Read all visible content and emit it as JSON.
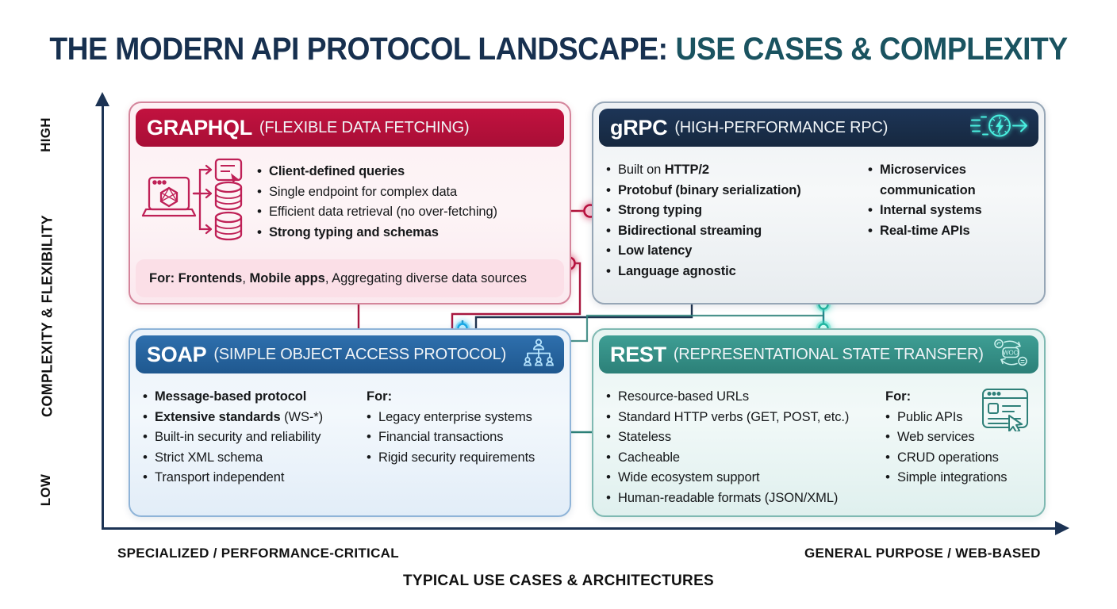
{
  "title": {
    "part1": "THE MODERN API PROTOCOL LANDSCAPE:",
    "part2": "USE CASES & COMPLEXITY",
    "color1": "#17304f",
    "color2": "#1a5360"
  },
  "axes": {
    "y": {
      "top_label": "HIGH",
      "bottom_label": "LOW",
      "title": "COMPLEXITY & FLEXIBILITY"
    },
    "x": {
      "left_label": "SPECIALIZED / PERFORMANCE-CRITICAL",
      "right_label": "GENERAL PURPOSE / WEB-BASED",
      "title": "TYPICAL USE CASES & ARCHITECTURES"
    }
  },
  "chart_data": {
    "type": "scatter",
    "title": "THE MODERN API PROTOCOL LANDSCAPE: USE CASES & COMPLEXITY",
    "xlabel": "TYPICAL USE CASES & ARCHITECTURES",
    "ylabel": "COMPLEXITY & FLEXIBILITY",
    "xlim": [
      "SPECIALIZED / PERFORMANCE-CRITICAL",
      "GENERAL PURPOSE / WEB-BASED"
    ],
    "ylim": [
      "LOW",
      "HIGH"
    ],
    "grid": false,
    "legend": "none",
    "quadrants": [
      {
        "name": "GraphQL",
        "x": "specialized",
        "y": "high",
        "quadrant": "top-left"
      },
      {
        "name": "gRPC",
        "x": "general",
        "y": "high",
        "quadrant": "top-right"
      },
      {
        "name": "SOAP",
        "x": "specialized",
        "y": "low",
        "quadrant": "bottom-left"
      },
      {
        "name": "REST",
        "x": "general",
        "y": "low",
        "quadrant": "bottom-right"
      }
    ]
  },
  "cards": {
    "graphql": {
      "name": "GRAPHQL",
      "subtitle": "(FLEXIBLE DATA FETCHING)",
      "accent": "#c2123f",
      "icon": "laptop-graphql-databases-icon",
      "features": [
        {
          "text": "Client-defined queries",
          "bold": true
        },
        {
          "text": "Single endpoint for complex data",
          "bold": false
        },
        {
          "text": "Efficient data retrieval (no over-fetching)",
          "bold": false
        },
        {
          "text": "Strong typing and schemas",
          "bold": true
        }
      ],
      "for_prefix": "For:",
      "for_items": [
        {
          "text": "Frontends",
          "bold": true
        },
        {
          "text": "Mobile apps",
          "bold": true
        },
        {
          "text": "Aggregating diverse data sources",
          "bold": false
        }
      ],
      "for_line": "For: Frontends, Mobile apps, Aggregating diverse data sources"
    },
    "grpc": {
      "name": "gRPC",
      "subtitle": "(HIGH-PERFORMANCE RPC)",
      "accent": "#1d3557",
      "icon": "speed-lightning-bolt-icon",
      "features_left": [
        {
          "prefix": "Built on ",
          "strong": "HTTP/2",
          "bold": false
        },
        {
          "text": "Protobuf (binary serialization)",
          "bold": true
        },
        {
          "text": "Strong typing",
          "bold": true
        },
        {
          "text": "Bidirectional streaming",
          "bold": true
        },
        {
          "text": "Low latency",
          "bold": true
        },
        {
          "text": "Language agnostic",
          "bold": true
        }
      ],
      "features_right": [
        {
          "text": "Microservices communication",
          "bold": true
        },
        {
          "text": "Internal systems",
          "bold": true
        },
        {
          "text": "Real-time APIs",
          "bold": true
        }
      ]
    },
    "soap": {
      "name": "SOAP",
      "subtitle": "(SIMPLE OBJECT ACCESS PROTOCOL)",
      "accent": "#2e6fad",
      "icon": "org-hierarchy-icon",
      "features": [
        {
          "text": "Message-based protocol",
          "bold": true
        },
        {
          "prefix": "Extensive standards",
          "suffix": " (WS-*)",
          "bold": "mixed"
        },
        {
          "text": "Built-in security and reliability",
          "bold": false
        },
        {
          "text": "Strict XML schema",
          "bold": false
        },
        {
          "text": "Transport independent",
          "bold": false
        }
      ],
      "for_head": "For:",
      "for_items": [
        "Legacy enterprise systems",
        "Financial transactions",
        "Rigid security requirements"
      ]
    },
    "rest": {
      "name": "REST",
      "subtitle": "(REPRESENTATIONAL STATE TRANSFER)",
      "accent": "#3e9e94",
      "icon": "rest-cycle-icon",
      "body_icon": "browser-window-cursor-icon",
      "features": [
        "Resource-based URLs",
        "Standard HTTP verbs (GET, POST, etc.)",
        "Stateless",
        "Cacheable",
        "Wide ecosystem support",
        "Human-readable formats (JSON/XML)"
      ],
      "for_head": "For:",
      "for_items": [
        "Public APIs",
        "Web services",
        "CRUD operations",
        "Simple integrations"
      ]
    }
  }
}
